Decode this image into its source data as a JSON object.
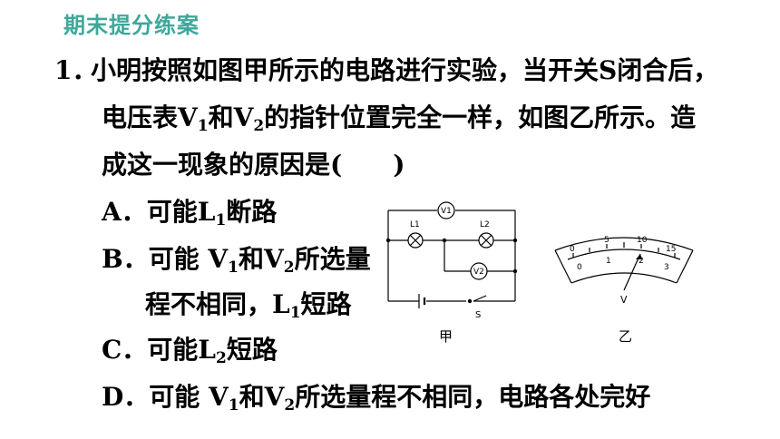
{
  "header": {
    "title": "期末提分练案"
  },
  "question": {
    "number": "1．",
    "line1": "小明按照如图甲所示的电路进行实验，当开关S闭合后，",
    "line2_prefix": "电压表V",
    "line2_sub1": "1",
    "line2_mid": "和V",
    "line2_sub2": "2",
    "line2_suffix": "的指针位置完全一样，如图乙所示。造",
    "line3": "成这一现象的原因是(　　)"
  },
  "options": {
    "A": {
      "letter": "A．",
      "prefix": "可能L",
      "sub": "1",
      "suffix": "断路"
    },
    "B": {
      "letter": "B．",
      "prefix": "可能 V",
      "sub1": "1",
      "mid": "和V",
      "sub2": "2",
      "suffix": "所选量",
      "line2_prefix": "程不相同，L",
      "line2_sub": "1",
      "line2_suffix": "短路"
    },
    "C": {
      "letter": "C．",
      "prefix": "可能L",
      "sub": "2",
      "suffix": "短路"
    },
    "D": {
      "letter": "D．",
      "prefix": "可能 V",
      "sub1": "1",
      "mid": "和V",
      "sub2": "2",
      "suffix": "所选量程不相同，电路各处完好"
    }
  },
  "figure_jia": {
    "caption": "甲",
    "v1_label": "V1",
    "v2_label": "V2",
    "l1_label": "L1",
    "l2_label": "L2",
    "switch_label": "S"
  },
  "figure_yi": {
    "caption": "乙",
    "unit_label": "V",
    "upper_scale": [
      "0",
      "5",
      "10",
      "15"
    ],
    "lower_scale": [
      "0",
      "1",
      "2",
      "3"
    ]
  },
  "colors": {
    "header": "#3fa79a"
  }
}
